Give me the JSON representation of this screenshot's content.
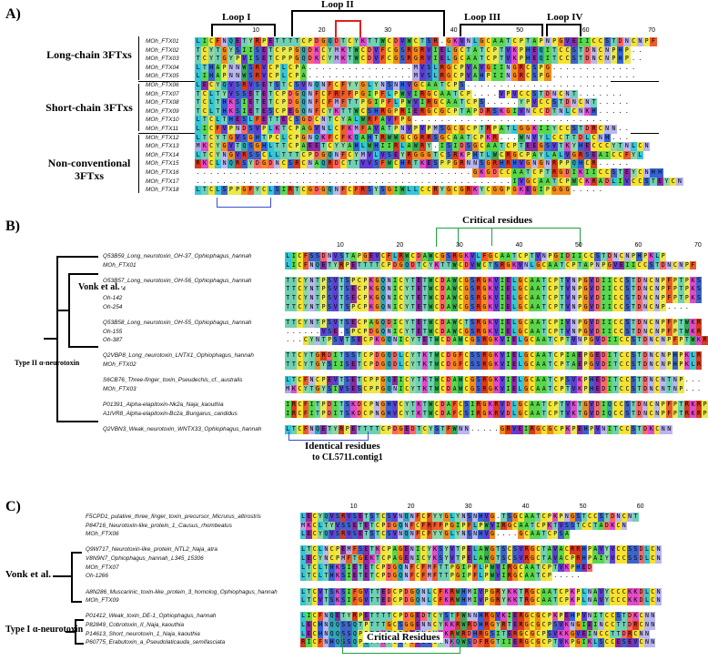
{
  "panels": {
    "A": {
      "label": "A)",
      "loops": [
        "Loop I",
        "Loop II",
        "Loop III",
        "Loop IV"
      ],
      "ruler": [
        "10",
        "20",
        "30",
        "40",
        "50",
        "60",
        "70"
      ],
      "groups": [
        "Long-chain 3FTxs",
        "Short-chain 3FTxs",
        "Non-conventional\n3FTxs"
      ],
      "names": [
        "MOh_FTX01",
        "MOh_FTX02",
        "MOh_FTX03",
        "MOh_FTX04",
        "MOh_FTX05",
        "MOh_FTX06",
        "MOh_FTX07",
        "MOh_FTX08",
        "MOh_FTX09",
        "MOh_FTX10",
        "MOh_FTX11",
        "MOh_FTX12",
        "MOh_FTX13",
        "MOh_FTX14",
        "MOh_FTX15",
        "MOh_FTX16",
        "MOh_FTX17",
        "MOh_FTX18"
      ],
      "seqs": [
        "LICFNQETYRPETTTTCPDGQDTCYKTTWCDVWCTSR.GKVNLGCAATCPTAPNPGVEIICCSTDNCNPF",
        "TCYTGYSIISETCPPGQDKCYMKTWCDVFCGSRGRVIELGCTATCPTVKPHEQITCCSTDNCNPHP..",
        "TCYTGYPVISETCPPGQDKCYMKTWCDVFCGSRGRVIELGCAATCPTVKPHEQITCCSTDNCNPHP..",
        "LTHAPNNWSRVCPLCPA................MVSLRGCPVAVGIINGRCSPG.............",
        "LIHAPNNWSRVCPLCPA................MVSLRGCPVAHPIINGRCSPG.............",
        "LECYQVSRVSETSTCSVNQNFCFYYGLYNSNHVGCAATCPS......................",
        "TCLTYVSSETETCPDGQNFCFRFFPGIPFLPWVIRGCAATCP....VPVCCSTDNCNT.......",
        "TCLTHKSIETETCPDGQNFCFMFTTPGIPFLPWVIRGCAATCPS.....YPVCCSTDNCNT.....",
        "TCLTHKSIETESCPEGQNFCYKTTWCSHRGPRIERGCGCPTAPDRSKGIVNCCDTNLCNKH.....",
        "LTCLTHESLFETTECSGDCNTCYALWRFAVFPG..............................",
        "LICFVPNDSVPLKTCPAGVNLCFKMFAVATPNVPVPMSGCGCPTRPATLGGKIIYCCSTDRCNN..",
        "LTCYTGVSGHTPCLCPGNQKFCFKQAHTRWWGCGRRSGCAATCPKR...WNVYLCCTTDLCNH...",
        "MKCYGVTQSGHLTTCPAEETCYYAHLWHIIRLAWRY.ISIDSGCAATCPTEEGSVTKYHECCCYTNLCN",
        "LTCYNGVRSSCLLTTTCPDGQNFCYMVLVSEYRGGGTCSRKPHTLWCRGCPAYLALVGRSEAICCFYL",
        "RKCLNQRSYDGDNCSRCNAQRDCTTVVSFWCHRTKESPPGRNNSGRHRHVGNGNRPPQHCR.....",
        "..........................................GKGDCCAATCPTRGDIKIICCSTEYCNHH",
        "................................................IVGCAATCPWCKRADLIVCCSTEYCN",
        "LTCLSPPGFYCLSIRTCGDGQNFCFRSYSGIWLLCCRYGCGRKYCGGPGKEGIPGGG....."
      ]
    },
    "B": {
      "label": "B)",
      "critical_label": "Critical residues",
      "identical_label": "Identical residues",
      "identical_sub": "to CL5711.contig1",
      "ruler": [
        "10",
        "20",
        "30",
        "40",
        "50",
        "60",
        "70"
      ],
      "clade_labels": [
        "Vonk et al.",
        "Type II α-neurotoxin"
      ],
      "names": [
        "Q53B59_Long_neurotoxin_OH-37_Ophiophagus_hannah",
        "MOh_FTX01",
        "Q53B57_Long_neurotoxin_OH-56_Ophiophagus_hannah",
        "Oh-1274",
        "Oh-142",
        "Oh-254",
        "Q53B58_Long_neurotoxin_OH-55_Ophiophagus_hannah",
        "Oh-155",
        "Oh-387",
        "Q2VBP8_Long_neurotoxin_LNTX1_Ophiophagus_hannah",
        "MOh_FTX02",
        "S6CB76_Three-finger_toxin_Pseudechis_cf._australis",
        "MOh_FTX03",
        "P01391_Alpha-elapitoxin-Nk2a_Naja_kaouthia",
        "A1IVR8_Alpha-elapitoxin-Bc2a_Bungarus_candidus",
        "Q2VBN3_Weak_neurotoxin_WNTX33_Ophiophagus_hannah"
      ],
      "seqs": [
        "LICFSSDNVSTAPGEVCFLRWCDAWCGSRGKVLFGCAATCPTVNPGIDIICCSTDNCNPHPKLP",
        "LICFNQETYRPETTTTCPDGQDTCYKTTWCDVWCTSRGKVNLGCAATCPTAPNPGVEIICCSTDNCNPF",
        "TTCYNTPSVTSPCPKGQNICYTETWCDAWCGSRGKVIELGCAATCPTVNPGVDIICCSTDNCNPFPTPKS",
        "TTCYNTPSVTSECPKGQNICYTETWCDAWCGSRGKVIELGCAATCPTVNPGVDIICCSTDNCNPFPTPKS",
        "TTCYNTPSVTSECPKGQNICYTETWCDAWCGSRGKVIELGCAATCPTVNPGVDIICCSTDNCNPFPTPKS",
        "TTCYNTPSVTSPCPKGQNICYTETWCDAWCGSRGKVIELGCAATCPTVNPGVDIICCSTDNCNP....",
        "TTCYNTPSVTSECPAGQDICYTETWCDAWCTSRGKVIELGCAATCPIVNPGVDIICCSTDNCNPFPTWKR",
        "......VSE.SPCPDGQNICYTETWCDAWCGSRGKVIELGCAATCPTVNPGVDIICCSTDNCNPFPTWKR",
        "...CYNTPSVTSECPKGQNICYTETWCDAWCGSRGKVIELGCAATCPTVNPGVDIICCSTDNCNPFPTWKR",
        "TTCYTGRDITSSTCPDGQDLCYTKTWCDGFCSSRGKVIELGCAATCPIAEPGEDITCCSTDNCNPHPKLR",
        "TTCYTGYSIISETCPDGQDLCYTKTWCDGFCSSRGKVIELGCAATCPTAEPGVDITCCSTDNCNPHPKLR",
        "LTCFNCPEVTSETCPPGQEICYTKTWCDAWCGSRGKVIELGCAATCPSVKPHEDITCCSTDNCNTNP...",
        "MKCYTGYSIVSESCPPGQNICYTKTWCDAWCGSRGKVIELGCAATCPTVKPHEDITCCSTDNCNTNP...",
        "IRCFITPDITSKDCPNGHVCYTKTWCDAFCSIRGKRVDLGCAATCPTVKTGVDIQCCSTDNCNPFPTRKRP",
        "IRCFITPDITSKDCPNGHVCYTKTWCDAFCSIRGKRVDLGCAATCPTVKTGVDIQCCSTDNCNPFPTRKRP",
        "LTCFNQETYRPETTTTCPDGEDTCYSTFWNN.....GRVEIRGCGCPKPEHPVNITCCSTDKCNN"
      ]
    },
    "C": {
      "label": "C)",
      "critical_label": "Critical Residues",
      "ruler": [
        "10",
        "20",
        "30",
        "40",
        "50",
        "60"
      ],
      "clade_labels": [
        "Vonk et al.",
        "Type I α-neurotoxin"
      ],
      "names": [
        "F5CPD1_putative_three_finger_toxin_precursor_Micrurus_altirostris",
        "P84716_Neurotoxin-like_protein_1_Causus_rhombeatus",
        "MOh_FTX06",
        "Q9W717_Neurotoxin-like_protein_NTL2_Naja_atra",
        "V8N9N7_Ophiophagus_hannah_L345_15306",
        "MOh_FTX07",
        "Oh-1266",
        "A8N286_Muscarinic_toxin-like_protein_3_homolog_Ophiophagus_hannah",
        "MOh_FTX09",
        "P01412_Weak_toxin_DE-1_Ophiophagus_hannah",
        "P82849_Cobrotoxin_II_Naja_kaouthia",
        "P14613_Short_neurotoxin_1_Naja_kaouthia",
        "P60775_Erabutoxin_a_Pseudolaticauda_semifasciata"
      ],
      "seqs": [
        "LECYQVSRVSETSTCSVNQNFCFYYGLYNSNHVG.TSGCAATCPKPNGSTCCSTDNCNT",
        "MKCLTYVSSETETCPDGQNFCFRFFPGIPFLPWVIRGCAATCPKTVSSTCCTADKCN",
        "LECYQVSRVSETSTCSVNQNFCFYYGLYNSNHVG....GCAATCPSA",
        "LTCLNCPEMFSETKCPAGENICYKSYVTPELAWGTSCSVRGCTAVACRRHPAVYVCCSSDLCN",
        "LECYNCPMFTGEKTCPAGENICYKSYVTPELAWGTSCSVRGCTAVACPRHPAIYVCCSSDLCN",
        "LTCLTHKSIETETCPDGQNFCFMFTTPGIPFLPWVIRGCAATCPTVKPHED",
        "LTCLTHKSIETETCPDGQNFCFMFTTPGIPFLPWVIRGCAATCP.....",
        "LTCVTSKSIFGVTTEDCPDGQNLCFKRWHMIVPGRYKKTRGCAATCPKPLNAVYCCCKKDLCN",
        "LTCVTSKSIFGVTTEDCPDGQNLCFKRWHMIVPGRYKKTRGCAATCPKPLNAVYCCCKKDLCN",
        "LICFNQETYRPETTTTCPDGEDTCYSTFWNNHRGVKIERGCGCPKPEHPVNITCCSTDKCNN",
        "LECHNQQSSQTPTTTGCSGGENNCYKKRWRDHRGYRTERGCGCPSVKNGIEINCCTTDRCNN",
        "LECHNQQSSQPPTTKTCPGETNCYKKRWRDHRGSITERGCGCPSVKKGVEINCCTTDRCNN",
        "RICFNHQSSQPQTTKTCSPGESSCYNKQWSDFRGTIIERGCGCPTVKPGIKLSCCESEVCNN"
      ]
    }
  },
  "colors": {
    "A": "#5ad64b",
    "R": "#d83b1f",
    "N": "#b9b6f0",
    "D": "#ff6666",
    "C": "#f5e130",
    "Q": "#2fa8b7",
    "E": "#8d2aa5",
    "G": "#f28b1a",
    "H": "#3563d7",
    "I": "#59d84f",
    "L": "#35c6d7",
    "K": "#e14acb",
    "M": "#b2a9e8",
    "F": "#ef5a2a",
    "P": "#e9e94f",
    "S": "#3f63c9",
    "T": "#6fd0b4",
    "W": "#37a957",
    "Y": "#8cd7a6",
    "V": "#5f3fd2",
    "B": "#cccccc",
    "Z": "#cccccc",
    "X": "#cccccc",
    ".": "#ffffff",
    "-": "#ffffff"
  }
}
